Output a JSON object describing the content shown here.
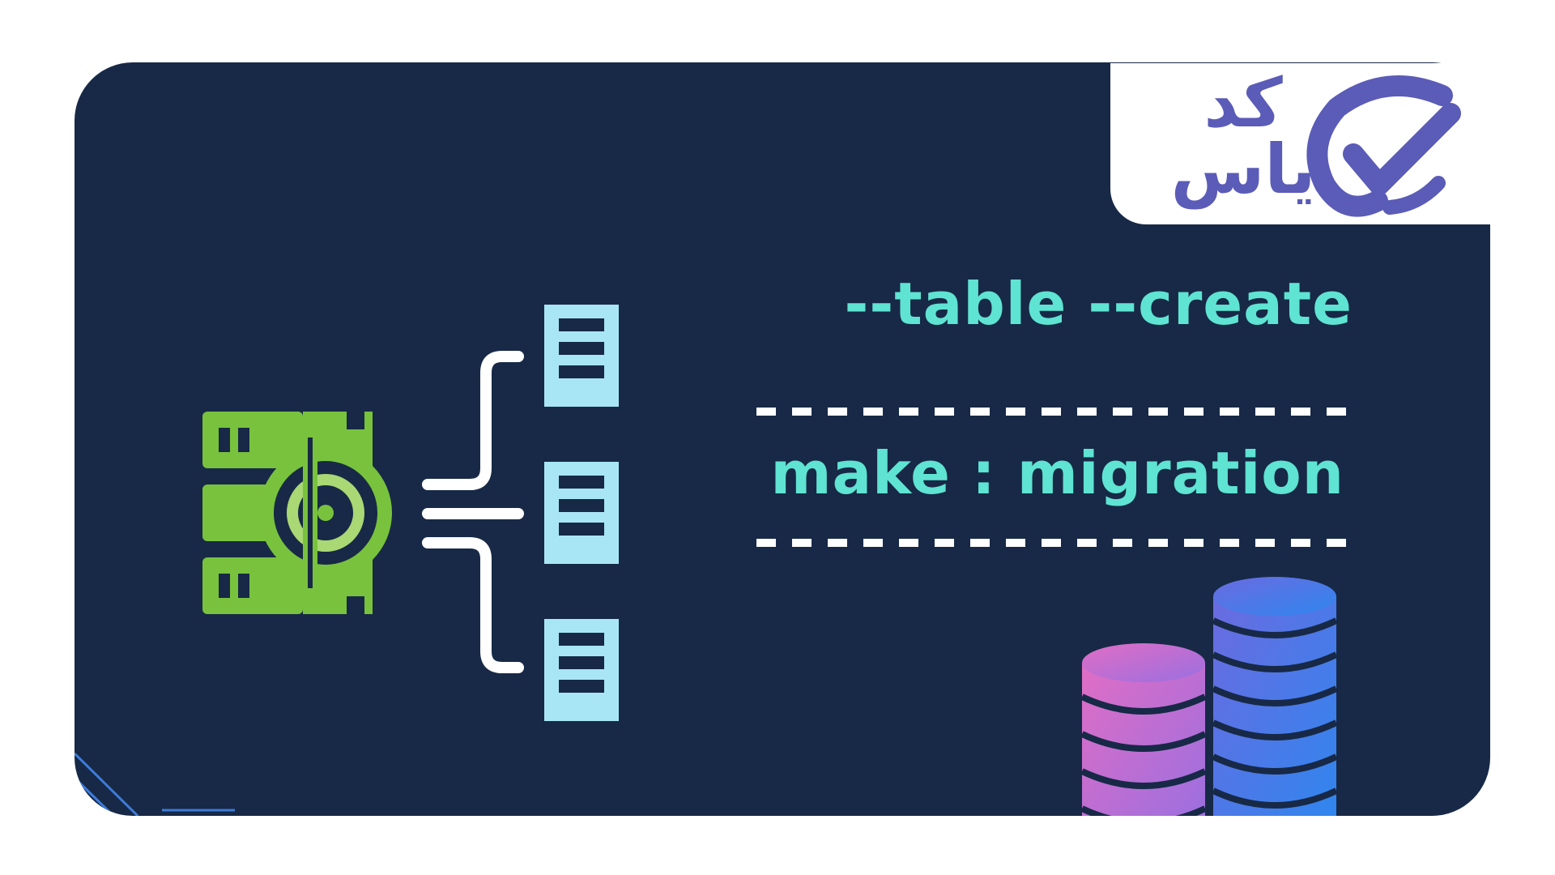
{
  "commands": {
    "top": "--table --create",
    "middle": "make : migration"
  },
  "logo": {
    "line1": "کد",
    "line2": "یاس"
  },
  "colors": {
    "card_background": "#172946",
    "command_text": "#5fe3d2",
    "server_green": "#79c23d",
    "table_blue": "#a9e6f5",
    "logo_purple": "#5b5bb8",
    "db_pink": "#d96fc7",
    "db_blue": "#4f7bea"
  },
  "icons": [
    "server-gear-icon",
    "table-icon",
    "database-icon",
    "logo-mark-icon"
  ]
}
